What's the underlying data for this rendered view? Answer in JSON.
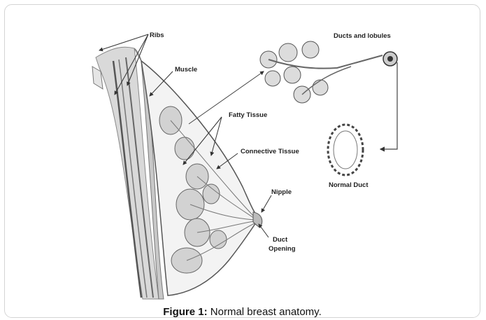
{
  "caption": {
    "label": "Figure 1:",
    "text": "Normal breast anatomy."
  },
  "diagram": {
    "labels": {
      "ribs": "Ribs",
      "muscle": "Muscle",
      "ducts_and_lobules": "Ducts and lobules",
      "fatty_tissue": "Fatty Tissue",
      "connective_tissue": "Connective Tissue",
      "nipple": "Nipple",
      "duct_opening_1": "Duct",
      "duct_opening_2": "Opening",
      "normal_duct": "Normal Duct"
    }
  }
}
